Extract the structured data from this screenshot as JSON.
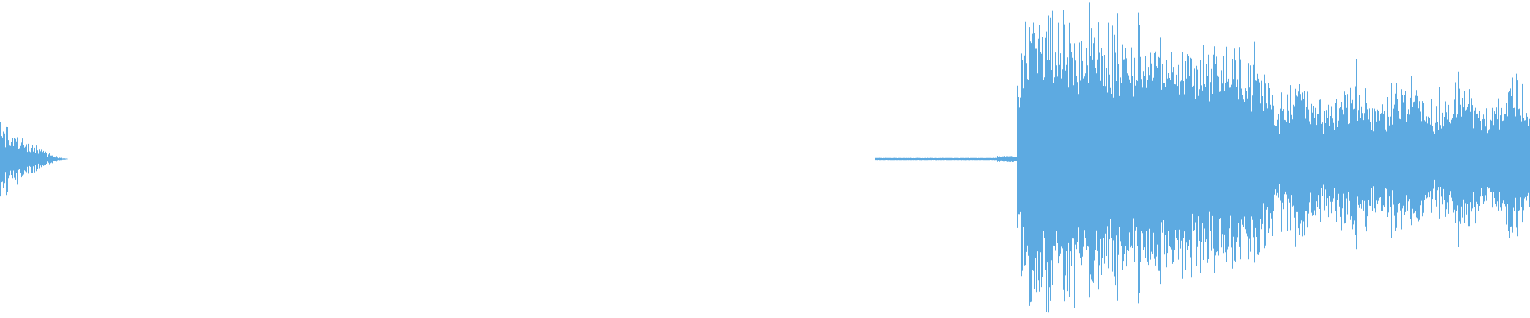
{
  "waveform": {
    "color": "#5DAAE1",
    "background": "#FFFFFF",
    "segments": [
      {
        "kind": "burst-decay",
        "start_fraction": 0.0,
        "end_fraction": 0.046,
        "peak_level": 0.12
      },
      {
        "kind": "silence",
        "start_fraction": 0.046,
        "end_fraction": 0.572,
        "peak_level": 0.0
      },
      {
        "kind": "thin-line",
        "start_fraction": 0.572,
        "end_fraction": 0.665,
        "peak_level": 0.004
      },
      {
        "kind": "loud-section",
        "start_fraction": 0.665,
        "end_fraction": 1.0,
        "peak_level": 0.47
      }
    ]
  }
}
